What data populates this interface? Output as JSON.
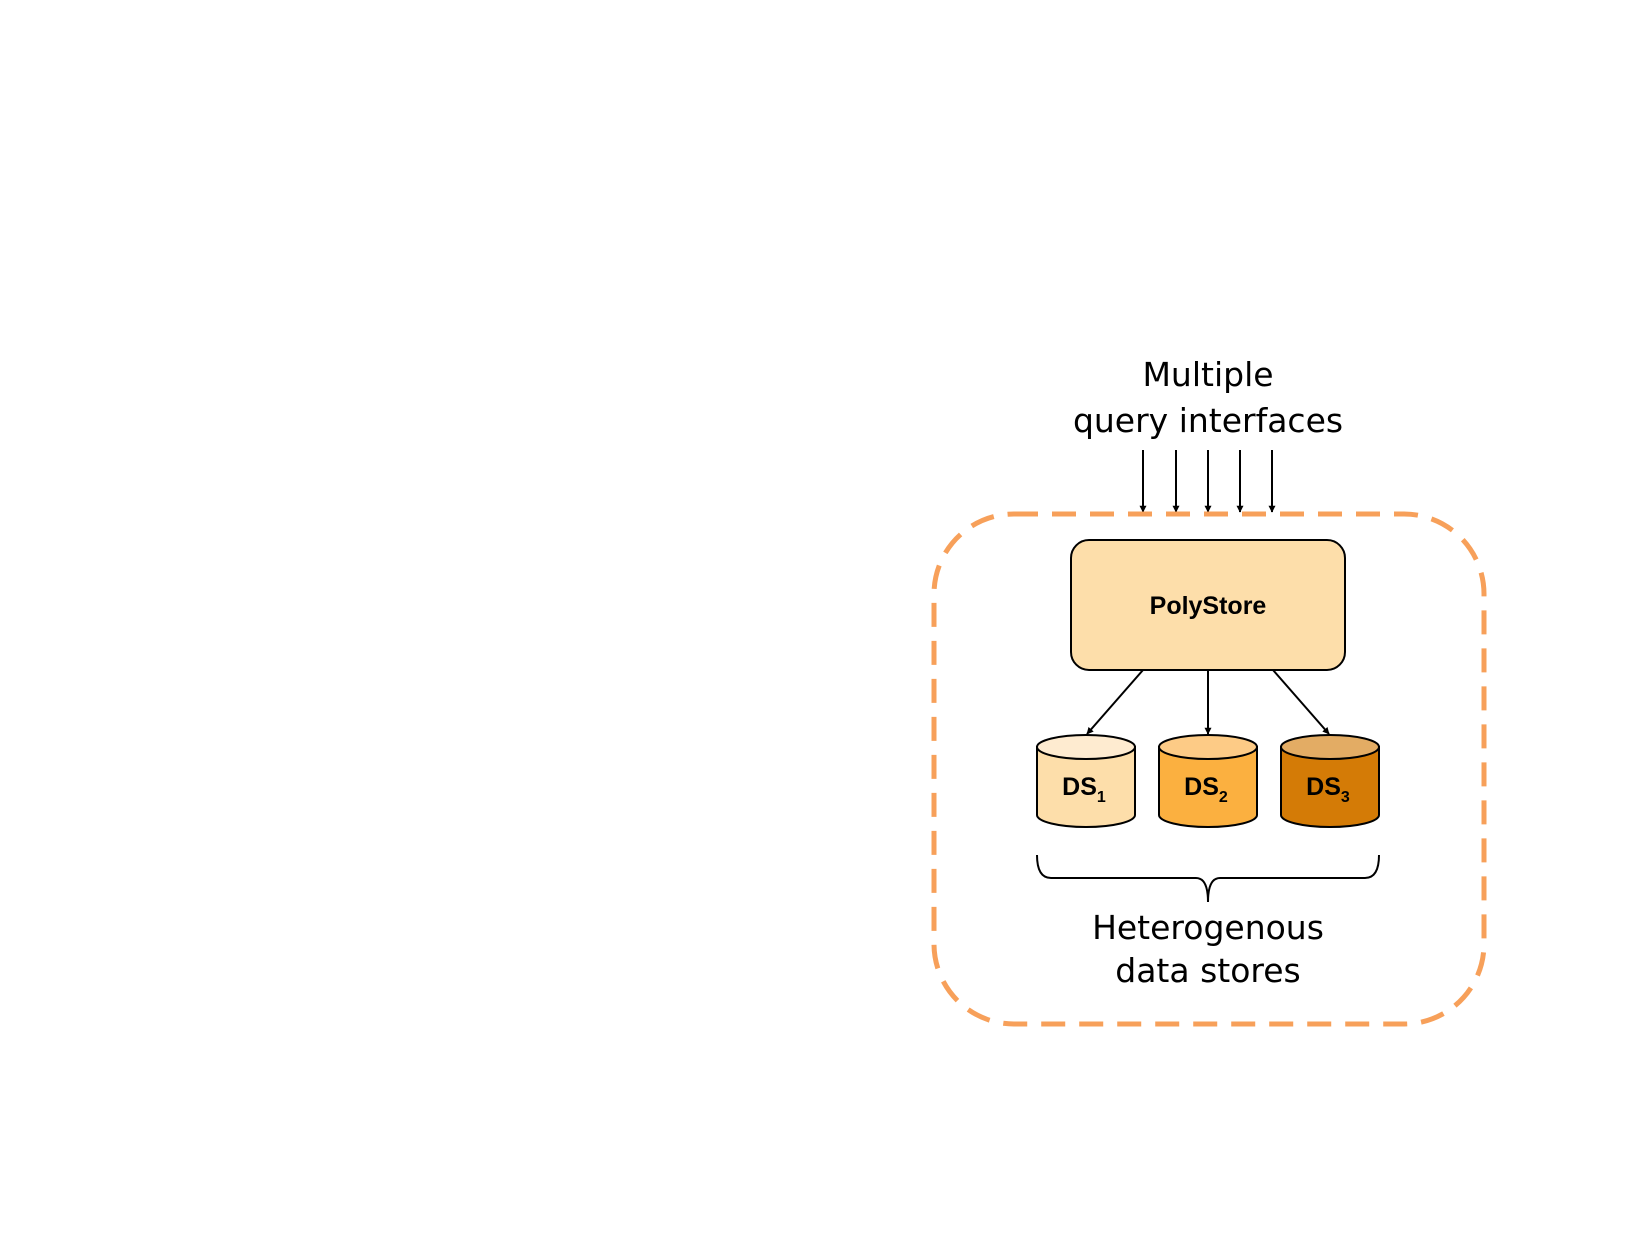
{
  "captions": {
    "top_line1": "Multiple",
    "top_line2": "query interfaces",
    "bottom_line1": "Heterogenous",
    "bottom_line2": "data stores"
  },
  "central_box": {
    "label": "PolyStore",
    "fill": "#fddeaa"
  },
  "data_stores": [
    {
      "base": "DS",
      "subscript": "1",
      "body_color": "#fddeaa",
      "top_color": "#feebd0"
    },
    {
      "base": "DS",
      "subscript": "2",
      "body_color": "#fbb040",
      "top_color": "#fdcb86"
    },
    {
      "base": "DS",
      "subscript": "3",
      "body_color": "#d47b06",
      "top_color": "#e3ac64"
    }
  ],
  "boundary_color": "#f7a05a",
  "query_interface_count": 5
}
